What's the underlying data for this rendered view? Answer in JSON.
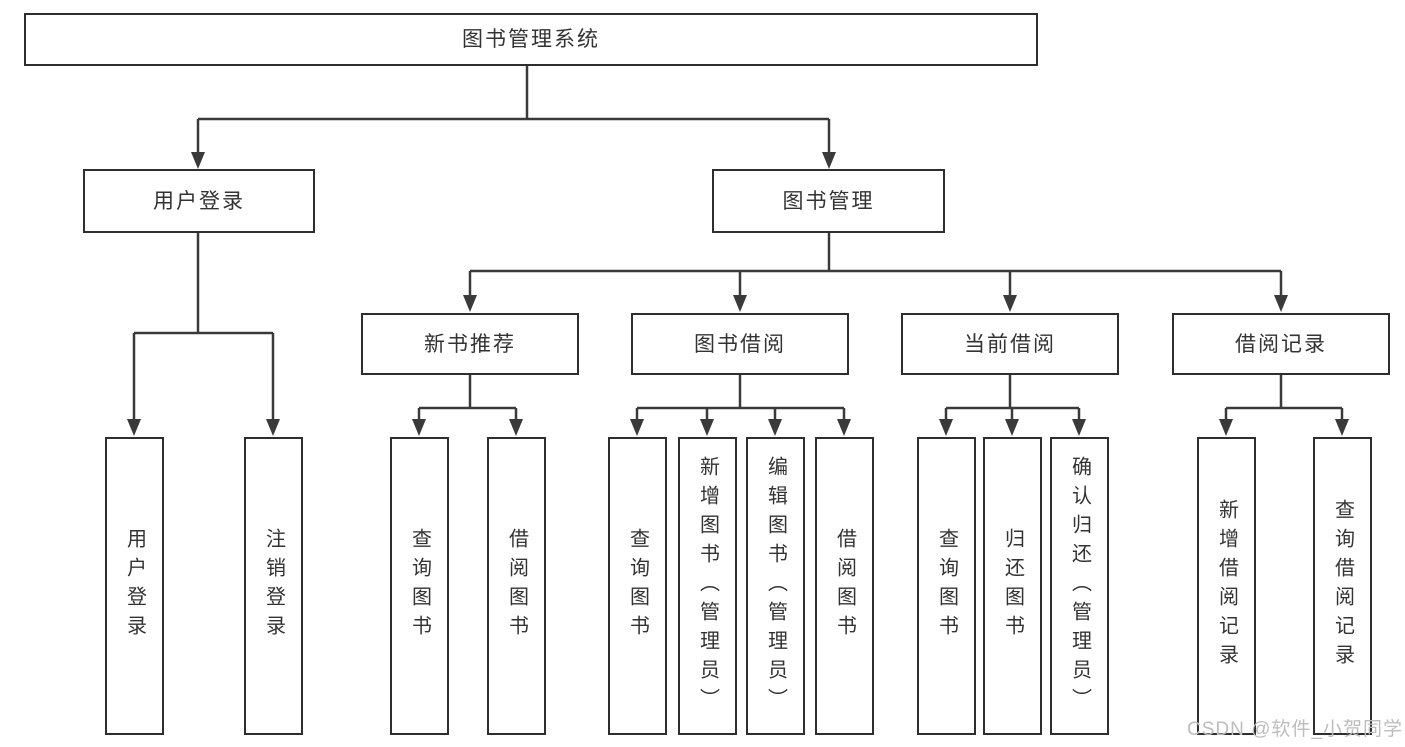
{
  "colors": {
    "background": "#ffffff",
    "border": "#2e2e2e",
    "line": "#3a3a3a",
    "text": "#333333",
    "watermark": "#bdbdbd"
  },
  "tree": {
    "root": {
      "label": "图书管理系统"
    },
    "branches": [
      {
        "label": "用户登录",
        "leaves": [
          {
            "label": "用户登录"
          },
          {
            "label": "注销登录"
          }
        ]
      },
      {
        "label": "图书管理",
        "groups": [
          {
            "label": "新书推荐",
            "leaves": [
              {
                "label": "查询图书"
              },
              {
                "label": "借阅图书"
              }
            ]
          },
          {
            "label": "图书借阅",
            "leaves": [
              {
                "label": "查询图书"
              },
              {
                "label": "新增图书（管理员）"
              },
              {
                "label": "编辑图书（管理员）"
              },
              {
                "label": "借阅图书"
              }
            ]
          },
          {
            "label": "当前借阅",
            "leaves": [
              {
                "label": "查询图书"
              },
              {
                "label": "归还图书"
              },
              {
                "label": "确认归还（管理员）"
              }
            ]
          },
          {
            "label": "借阅记录",
            "leaves": [
              {
                "label": "新增借阅记录"
              },
              {
                "label": "查询借阅记录"
              }
            ]
          }
        ]
      }
    ]
  },
  "watermark": {
    "text": "CSDN @软件_小贺同学"
  }
}
